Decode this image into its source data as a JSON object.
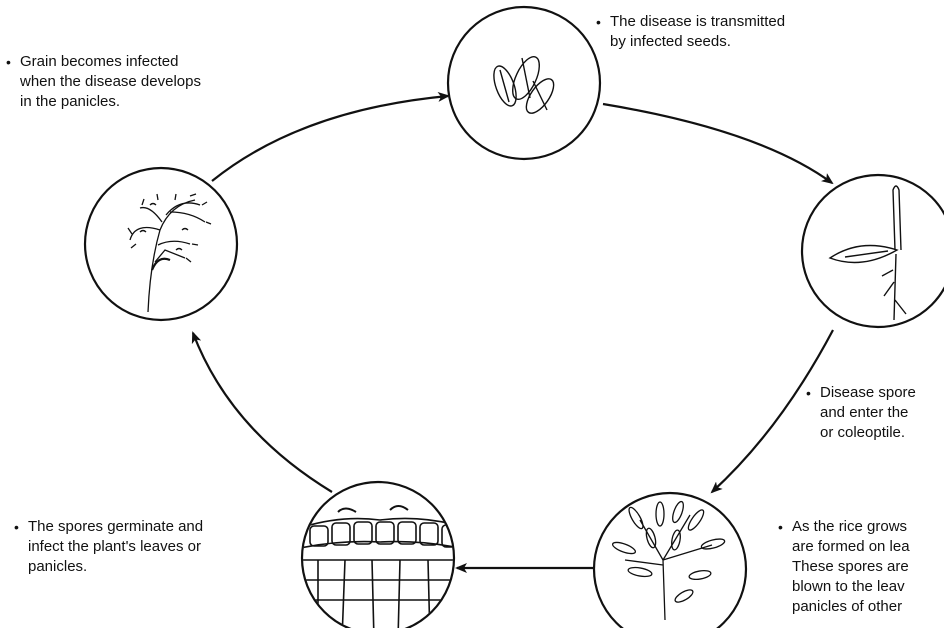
{
  "colors": {
    "ink": "#111111",
    "background": "#ffffff"
  },
  "captions": {
    "seeds": {
      "bullet": "•",
      "lines": [
        "The disease is transmitted",
        "by infected seeds."
      ]
    },
    "panicle": {
      "bullet": "•",
      "lines": [
        "Grain becomes infected",
        "when the disease develops",
        "in the panicles."
      ]
    },
    "spores_enter": {
      "bullet": "•",
      "lines": [
        "Disease spore",
        "and enter the",
        "or coleoptile."
      ]
    },
    "rice_grows": {
      "bullet": "•",
      "lines": [
        "As the rice grows",
        "are formed on lea",
        "These spores are",
        "blown to the leav",
        "panicles of other"
      ]
    },
    "germinate": {
      "bullet": "•",
      "lines": [
        "The spores germinate and",
        "infect the plant's leaves or",
        "panicles."
      ]
    }
  },
  "stages": [
    {
      "name": "infected-seeds",
      "icon": "seed-icon"
    },
    {
      "name": "seedling",
      "icon": "seedling-icon"
    },
    {
      "name": "spore-mass",
      "icon": "spore-icon"
    },
    {
      "name": "leaf-tissue",
      "icon": "leaf-cell-icon"
    },
    {
      "name": "infected-panicle",
      "icon": "panicle-icon"
    }
  ]
}
